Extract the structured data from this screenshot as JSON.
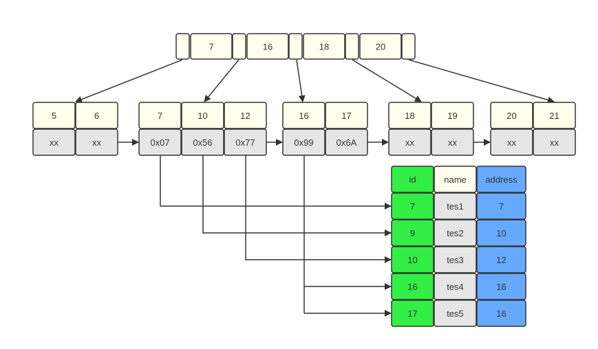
{
  "colors": {
    "key_fill": "#ffffee",
    "value_fill": "#e6e6e6",
    "id_fill": "#33ee44",
    "address_fill": "#66aaff",
    "name_header_fill": "#ffffee",
    "stroke": "#333333"
  },
  "root": {
    "keys": [
      "7",
      "16",
      "18",
      "20"
    ]
  },
  "leaves": [
    {
      "keys": [
        "5",
        "6"
      ],
      "values": [
        "xx",
        "xx"
      ]
    },
    {
      "keys": [
        "7",
        "10",
        "12"
      ],
      "values": [
        "0x07",
        "0x56",
        "0x77"
      ]
    },
    {
      "keys": [
        "16",
        "17"
      ],
      "values": [
        "0x99",
        "0x6A"
      ]
    },
    {
      "keys": [
        "18",
        "19"
      ],
      "values": [
        "xx",
        "xx"
      ]
    },
    {
      "keys": [
        "20",
        "21"
      ],
      "values": [
        "xx",
        "xx"
      ]
    }
  ],
  "table": {
    "headers": [
      "id",
      "name",
      "address"
    ],
    "rows": [
      [
        "7",
        "tes1",
        "7"
      ],
      [
        "9",
        "tes2",
        "10"
      ],
      [
        "10",
        "tes3",
        "12"
      ],
      [
        "16",
        "tes4",
        "16"
      ],
      [
        "17",
        "tes5",
        "16"
      ]
    ]
  }
}
